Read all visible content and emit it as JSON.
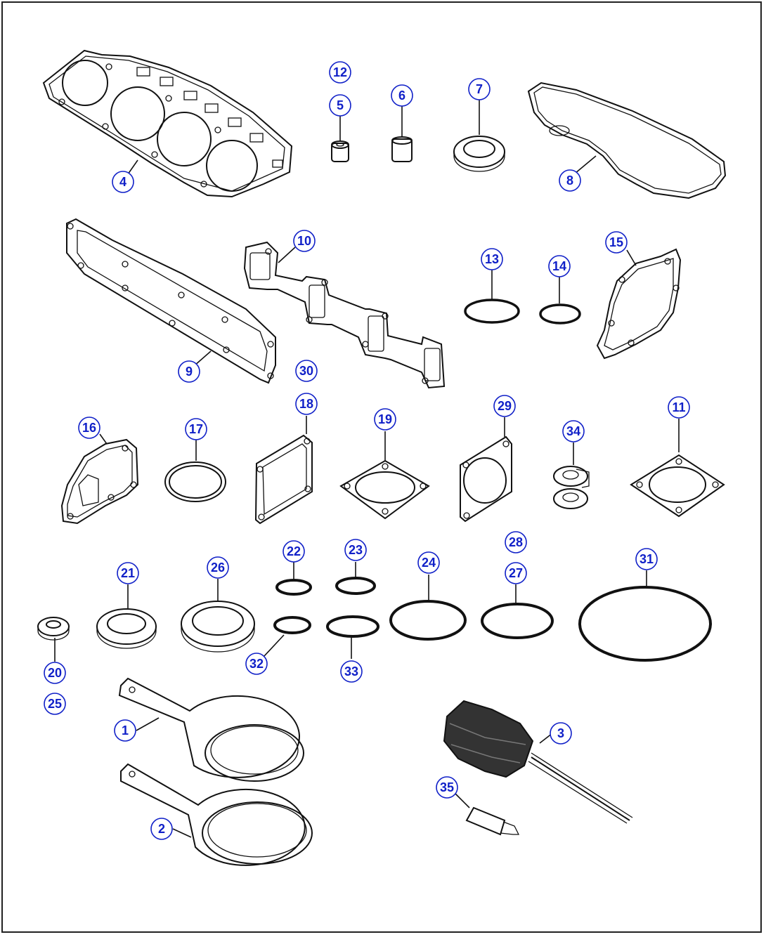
{
  "callouts": [
    {
      "id": "c4",
      "label": "4"
    },
    {
      "id": "c12",
      "label": "12"
    },
    {
      "id": "c5",
      "label": "5"
    },
    {
      "id": "c6",
      "label": "6"
    },
    {
      "id": "c7",
      "label": "7"
    },
    {
      "id": "c8",
      "label": "8"
    },
    {
      "id": "c10",
      "label": "10"
    },
    {
      "id": "c13",
      "label": "13"
    },
    {
      "id": "c14",
      "label": "14"
    },
    {
      "id": "c15",
      "label": "15"
    },
    {
      "id": "c9",
      "label": "9"
    },
    {
      "id": "c30",
      "label": "30"
    },
    {
      "id": "c18",
      "label": "18"
    },
    {
      "id": "c19",
      "label": "19"
    },
    {
      "id": "c29",
      "label": "29"
    },
    {
      "id": "c16",
      "label": "16"
    },
    {
      "id": "c17",
      "label": "17"
    },
    {
      "id": "c34",
      "label": "34"
    },
    {
      "id": "c11",
      "label": "11"
    },
    {
      "id": "c22",
      "label": "22"
    },
    {
      "id": "c23",
      "label": "23"
    },
    {
      "id": "c28",
      "label": "28"
    },
    {
      "id": "c21",
      "label": "21"
    },
    {
      "id": "c26",
      "label": "26"
    },
    {
      "id": "c24",
      "label": "24"
    },
    {
      "id": "c27",
      "label": "27"
    },
    {
      "id": "c31",
      "label": "31"
    },
    {
      "id": "c32",
      "label": "32"
    },
    {
      "id": "c33",
      "label": "33"
    },
    {
      "id": "c20",
      "label": "20"
    },
    {
      "id": "c25",
      "label": "25"
    },
    {
      "id": "c1",
      "label": "1"
    },
    {
      "id": "c3",
      "label": "3"
    },
    {
      "id": "c35",
      "label": "35"
    },
    {
      "id": "c2",
      "label": "2"
    }
  ],
  "colors": {
    "callout": "#1020c8",
    "line": "#111111"
  }
}
